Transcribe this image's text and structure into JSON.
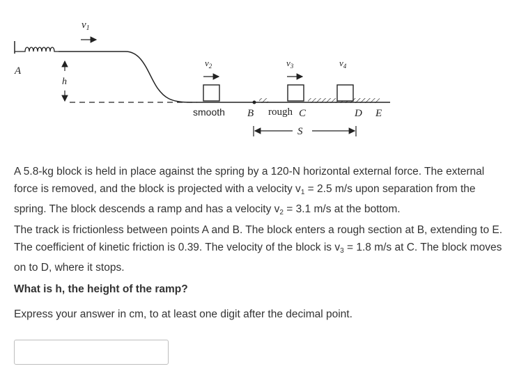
{
  "diagram": {
    "v1": "v",
    "v1_sub": "1",
    "v2": "v",
    "v2_sub": "2",
    "v3": "v",
    "v3_sub": "3",
    "v4": "v",
    "v4_sub": "4",
    "point_a": "A",
    "height_label": "h",
    "smooth_label": "smooth",
    "point_b": "B",
    "rough_label": "rough",
    "point_c": "C",
    "point_d": "D",
    "point_e": "E",
    "distance_label": "S"
  },
  "problem": {
    "p1_a": "A 5.8-kg block is held in place against the spring by a 120-N horizontal external force. The external force is removed, and the block is projected with a velocity v",
    "p1_sub1": "1",
    "p1_b": " = 2.5 m/s upon separation from the spring. The block descends a ramp and has a velocity v",
    "p1_sub2": "2",
    "p1_c": " = 3.1 m/s at the bottom.",
    "p2_a": "The track is frictionless between points A and B. The block enters a rough section at B, extending to E.  The coefficient of kinetic friction is 0.39. The velocity of the block is v",
    "p2_sub3": "3",
    "p2_b": " = 1.8 m/s at C. The block moves on to D, where it stops.",
    "question": "What is h, the height of the ramp?",
    "instruction": "Express your answer in cm, to at least one digit after the decimal point."
  },
  "answer": {
    "value": "",
    "placeholder": ""
  }
}
